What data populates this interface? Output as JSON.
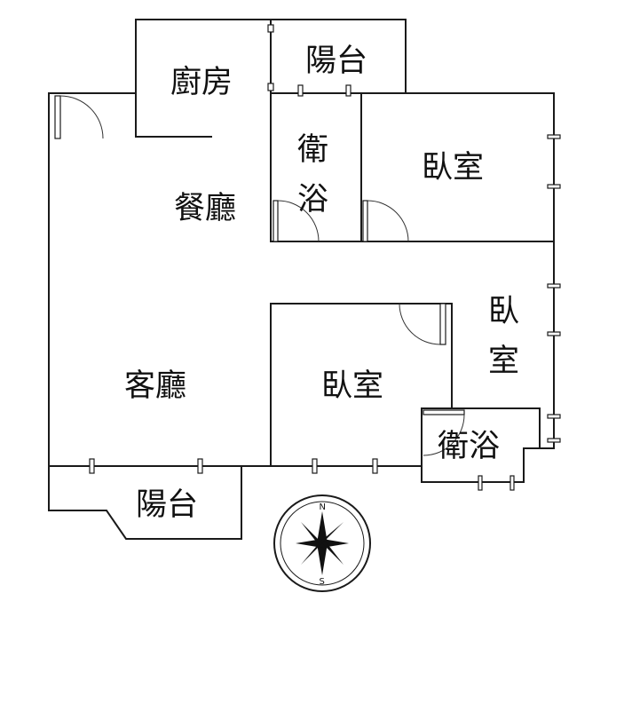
{
  "rooms": {
    "kitchen": "廚房",
    "balcony_top": "陽台",
    "bath_top": [
      "衛",
      "浴"
    ],
    "bedroom_top": "臥室",
    "dining": "餐廳",
    "living": "客廳",
    "bedroom_center": "臥室",
    "bedroom_right": [
      "臥",
      "室"
    ],
    "bath_bottom": "衛浴",
    "balcony_bottom": "陽台"
  },
  "compass": {
    "north": "N",
    "south": "S"
  },
  "colors": {
    "wall": "#1a1a1a",
    "background": "#ffffff"
  }
}
